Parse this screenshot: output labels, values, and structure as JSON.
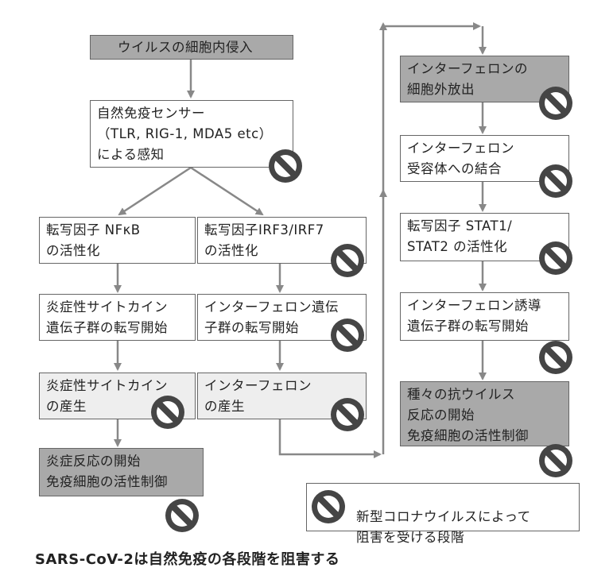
{
  "boxes": {
    "entry": "ウイルスの細胞内侵入",
    "sensor": "自然免疫センサー\n（TLR, RIG-1, MDA5 etc）\nによる感知",
    "nfkb": "転写因子 NFκB\nの活性化",
    "irf": "転写因子IRF3/IRF7\nの活性化",
    "cytokine_genes": "炎症性サイトカイン\n遺伝子群の転写開始",
    "ifn_genes": "インターフェロン遺伝\n子群の転写開始",
    "cytokine_prod": "炎症性サイトカイン\nの産生",
    "ifn_prod": "インターフェロン\nの産生",
    "inflammation": "炎症反応の開始\n免疫細胞の活性制御",
    "ifn_release": "インターフェロンの\n細胞外放出",
    "ifn_receptor": "インターフェロン\n受容体への結合",
    "stat": "転写因子 STAT1/\nSTAT2 の活性化",
    "isg": "インターフェロン誘導\n遺伝子群の転写開始",
    "antiviral": "種々の抗ウイルス\n反応の開始\n免疫細胞の活性制御"
  },
  "legend": "新型コロナウイルスによって\n阻害を受ける段階",
  "caption": "SARS-CoV-2は自然免疫の各段階を阻害する",
  "colors": {
    "line": "#888888",
    "icon": "#454545",
    "dark_box": "#a9a9a9",
    "light_box": "#eeeeee"
  }
}
